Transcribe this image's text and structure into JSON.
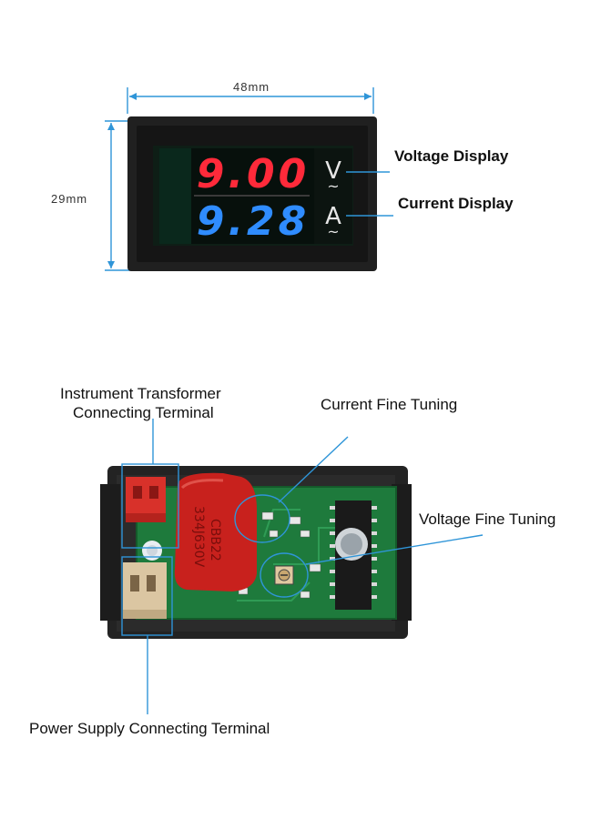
{
  "dimensions": {
    "width_label": "48mm",
    "height_label": "29mm"
  },
  "display": {
    "voltage_reading": "9.00",
    "current_reading": "9.28",
    "voltage_unit": "V",
    "current_unit": "A",
    "voltage_label": "Voltage Display",
    "current_label": "Current Display"
  },
  "board": {
    "transformer_label_line1": "Instrument Transformer",
    "transformer_label_line2": "Connecting Terminal",
    "current_tuning_label": "Current Fine Tuning",
    "voltage_tuning_label": "Voltage Fine Tuning",
    "power_label": "Power Supply Connecting Terminal",
    "capacitor_text_1": "CBB22",
    "capacitor_text_2": "334J630V"
  },
  "colors": {
    "callout_line": "#2f95d8",
    "voltage_digits": "#ff2a3a",
    "current_digits": "#2f8cff",
    "pcb_green": "#1e7a3c",
    "capacitor_red": "#c8211d"
  }
}
